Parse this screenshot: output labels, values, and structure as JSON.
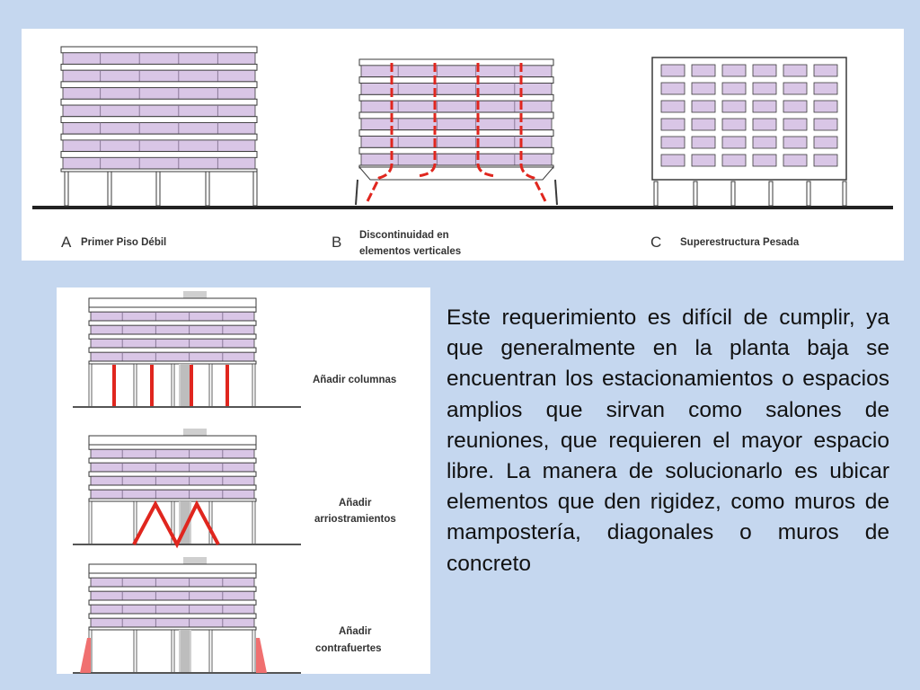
{
  "top_figure": {
    "a": {
      "letter": "A",
      "label": "Primer Piso Débil"
    },
    "b": {
      "letter": "B",
      "label_line1": "Discontinuidad en",
      "label_line2": "elementos verticales"
    },
    "c": {
      "letter": "C",
      "label": "Superestructura Pesada"
    }
  },
  "bottom_figure": {
    "add_columns": "Añadir columnas",
    "add_bracing_line1": "Añadir",
    "add_bracing_line2": "arriostramientos",
    "add_buttress_line1": "Añadir",
    "add_buttress_line2": "contrafuertes"
  },
  "body_text": "Este requerimiento es difícil de cumplir, ya que generalmente en la planta baja se encuentran los estacionamientos o espacios amplios que sirvan como salones de reuniones, que requieren el mayor espacio libre. La manera de solucionarlo es ubicar elementos que den rigidez, como muros de mampostería, diagonales o muros de concreto",
  "colors": {
    "background": "#c5d7ef",
    "facade": "#d9c6e6",
    "red": "#e0261e",
    "gray": "#cfcfcf",
    "line": "#3a3a3a"
  }
}
